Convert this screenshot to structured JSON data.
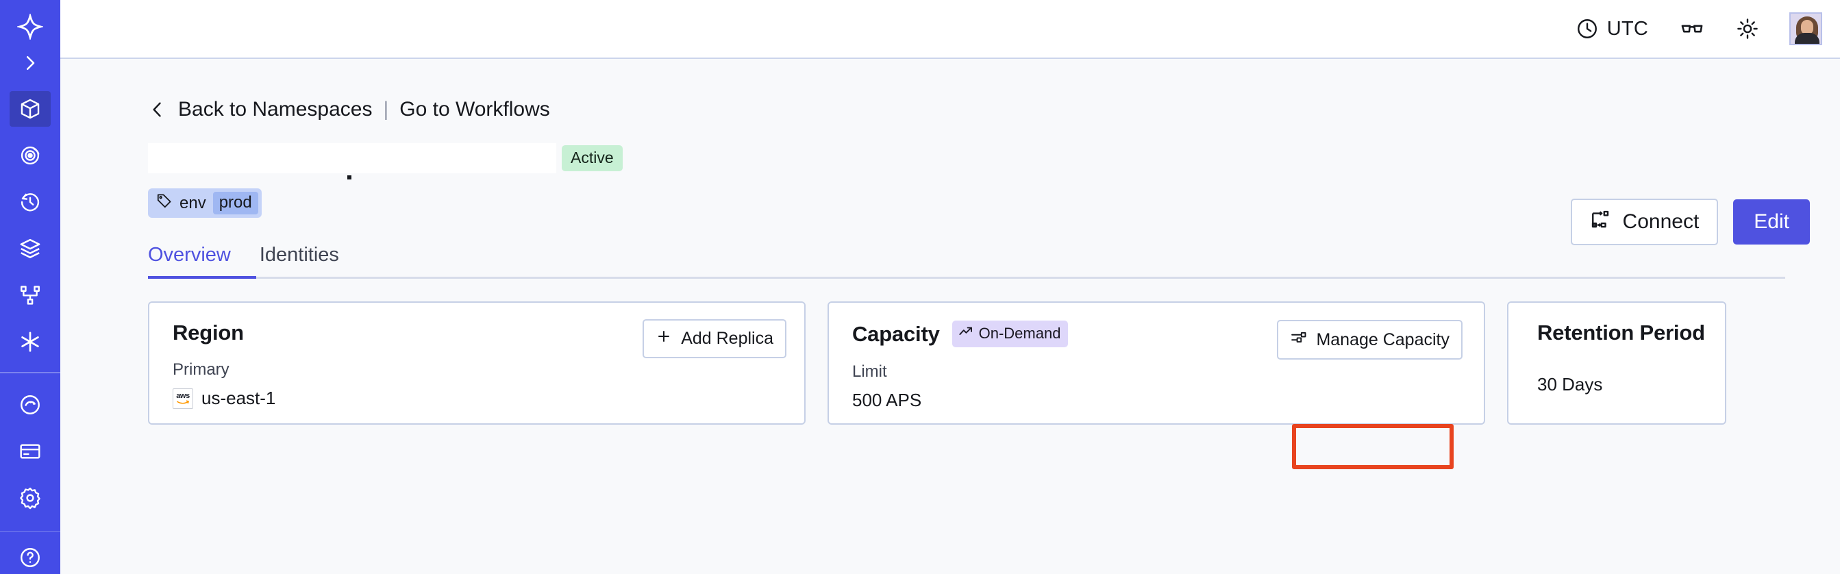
{
  "sidebar": {
    "logo_icon": "temporal-star-logo",
    "expand_icon": "chevron-right-icon",
    "items": [
      {
        "icon": "cube-icon",
        "name": "namespaces",
        "active": true
      },
      {
        "icon": "eye-target-icon",
        "name": "observe",
        "active": false
      },
      {
        "icon": "clock-rewind-icon",
        "name": "schedules",
        "active": false
      },
      {
        "icon": "layers-icon",
        "name": "deployments",
        "active": false
      },
      {
        "icon": "nodes-graph-icon",
        "name": "workflows",
        "active": false
      },
      {
        "icon": "asterisk-icon",
        "name": "nexus",
        "active": false
      }
    ],
    "items_lower": [
      {
        "icon": "palette-circle-icon",
        "name": "usage",
        "active": false
      },
      {
        "icon": "credit-card-icon",
        "name": "billing",
        "active": false
      },
      {
        "icon": "gear-icon",
        "name": "settings",
        "active": false
      }
    ],
    "footer": {
      "icon": "help-circle-icon",
      "name": "help"
    }
  },
  "topbar": {
    "timezone_label": "UTC",
    "timezone_icon": "clock-icon",
    "reader_icon": "glasses-icon",
    "theme_icon": "sun-icon",
    "avatar_name": "user-avatar"
  },
  "breadcrumb": {
    "back_icon": "chevron-left-icon",
    "back_label": "Back to Namespaces",
    "separator": "|",
    "forward_label": "Go to Workflows"
  },
  "header": {
    "namespace_title": "",
    "status_badge": "Active",
    "tag": {
      "icon": "tag-icon",
      "key": "env",
      "value": "prod"
    }
  },
  "actions": {
    "connect_label": "Connect",
    "connect_icon": "flow-connect-icon",
    "edit_label": "Edit"
  },
  "tabs": [
    {
      "label": "Overview",
      "active": true
    },
    {
      "label": "Identities",
      "active": false
    }
  ],
  "cards": {
    "region": {
      "title": "Region",
      "sub_label": "Primary",
      "provider_icon": "aws-logo",
      "provider_text": "aws",
      "value": "us-east-1",
      "button_label": "Add Replica",
      "button_icon": "plus-icon"
    },
    "capacity": {
      "title": "Capacity",
      "badge_label": "On-Demand",
      "badge_icon": "trending-up-icon",
      "sub_label": "Limit",
      "value": "500 APS",
      "button_label": "Manage Capacity",
      "button_icon": "sliders-icon",
      "highlighted": true
    },
    "retention": {
      "title": "Retention Period",
      "value": "30 Days"
    }
  },
  "colors": {
    "sidebar_bg": "#444ce7",
    "sidebar_active": "#3840ba",
    "accent": "#4f52e0",
    "page_bg": "#f8f9fb",
    "card_border": "#c6d0e6",
    "badge_active_bg": "#c7f0d4",
    "badge_ondemand_bg": "#ded7fa",
    "tag_bg": "#c5d3f8",
    "tag_value_bg": "#9fb7f2",
    "annotation_red": "#e8441f"
  }
}
